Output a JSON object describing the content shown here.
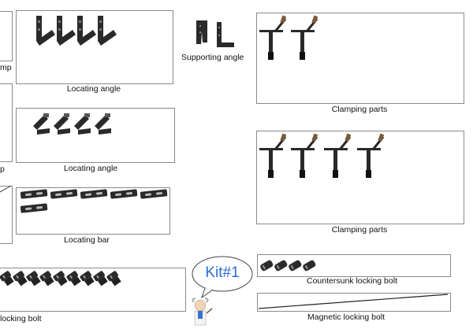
{
  "labels": {
    "clamp_top_left": "mp",
    "locating_angle_1": "Locating angle",
    "supporting_angle": "Supporting angle",
    "clamping_parts_1": "Clamping parts",
    "locating_angle_2": "Locating angle",
    "clamp_mid_left": "p",
    "clamping_parts_2": "Clamping parts",
    "locating_bar": "Locating bar",
    "countersunk_locking_bolt": "Countersunk locking bolt",
    "kit_title": "Kit#1",
    "locking_bolt_left": "locking bolt",
    "magnetic_locking_bolt": "Magnetic locking bolt"
  },
  "colors": {
    "border": "#8a8a8a",
    "part": "#2a2a2a",
    "handle": "#7a5a3a",
    "kit_text": "#2b6cd6"
  },
  "icons": {
    "angle": "l-angle-bracket-icon",
    "clamp": "t-clamp-icon",
    "bar": "locating-bar-icon",
    "bolt": "bolt-icon",
    "professor": "professor-mascot-icon"
  }
}
